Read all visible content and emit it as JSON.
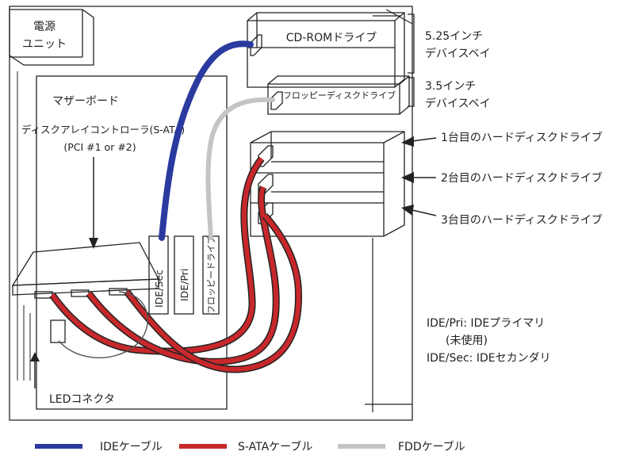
{
  "psu": {
    "line1": "電源",
    "line2": "ユニット"
  },
  "motherboard_label": "マザーボード",
  "controller": {
    "line1": "ディスクアレイコントローラ(S-ATA)",
    "line2": "(PCI #1 or #2)"
  },
  "connectors": {
    "ide_sec": "IDE/Sec",
    "ide_pri": "IDE/Pri",
    "floppy": "フロッピードライブ"
  },
  "drives": {
    "cdrom": "CD-ROMドライブ",
    "floppy": "フロッピーディスクドライブ",
    "bay525_line1": "5.25インチ",
    "bay525_line2": "デバイスベイ",
    "bay35_line1": "3.5インチ",
    "bay35_line2": "デバイスベイ",
    "hdd1": "1台目のハードディスクドライブ",
    "hdd2": "2台目のハードディスクドライブ",
    "hdd3": "3台目のハードディスクドライブ"
  },
  "notes": {
    "line1": "IDE/Pri: IDEプライマリ",
    "line2": "(未使用)",
    "line3": "IDE/Sec: IDEセカンダリ"
  },
  "led_label": "LEDコネクタ",
  "legend": {
    "ide": {
      "label": "IDEケーブル",
      "color": "#2b3a9e"
    },
    "sata": {
      "label": "S-ATAケーブル",
      "color": "#c8282b"
    },
    "fdd": {
      "label": "FDDケーブル",
      "color": "#c4c4c4"
    }
  }
}
